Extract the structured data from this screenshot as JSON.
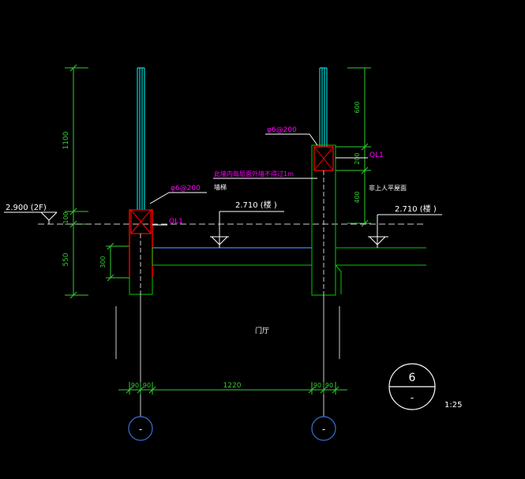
{
  "colors": {
    "background": "#000000",
    "dimension": "#33cc33",
    "structure": "#00ffff",
    "outline": "#00cc00",
    "section": "#ff0000",
    "annotation": "#ff00ff",
    "text": "#ffffff",
    "floor": "#3b6fd6"
  },
  "dimensions": {
    "left_1100": "1100",
    "left_100": "100",
    "left_550": "550",
    "left_300": "300",
    "right_600": "600",
    "right_200": "200",
    "right_400": "400",
    "bottom_90a": "90",
    "bottom_90b": "90",
    "bottom_1220": "1220",
    "bottom_90c": "90",
    "bottom_90d": "90"
  },
  "labels": {
    "elev_left": "2.900  (2F)",
    "elev_mid": "2.710  (楼 )",
    "elev_right": "2.710  (楼 )",
    "rebar_left": "φ6@200",
    "rebar_right": "φ6@200",
    "beam_left": "QL1",
    "beam_right": "QL1",
    "note_main": "此墙内每层面外墙不得过1m",
    "note_sub": "墙梯",
    "note_right": "非上人平屋面",
    "room": "门厅"
  },
  "detail": {
    "number": "6",
    "sheet": "-",
    "scale": "1:25"
  },
  "axes": {
    "left_axis": "-",
    "right_axis": "-"
  }
}
